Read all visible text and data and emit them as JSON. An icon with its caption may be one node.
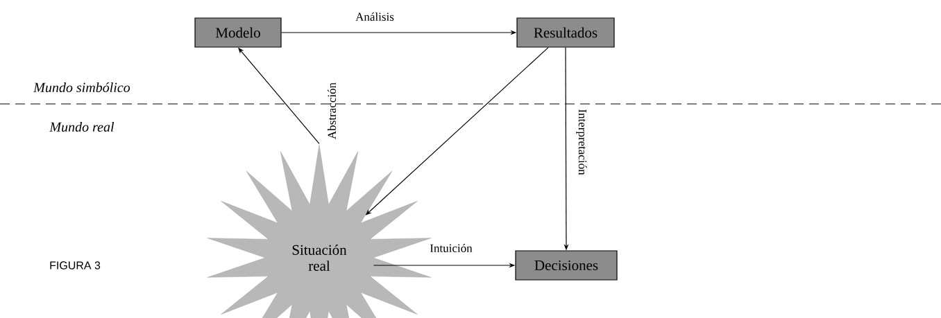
{
  "diagram": {
    "nodes": [
      {
        "text": [
          "Modelo"
        ]
      },
      {
        "text": [
          "Resultados"
        ]
      },
      {
        "text": [
          "Situación real"
        ]
      },
      {
        "text": [
          "Decisiones"
        ]
      }
    ],
    "edges": [
      {
        "from": 0,
        "to": 1,
        "arrow": "to",
        "label": "Análisis"
      },
      {
        "from": 2,
        "to": 0,
        "arrow": "to",
        "label": "Abstracción"
      },
      {
        "from": 1,
        "to": 3,
        "arrow": "to",
        "label": "Interpretación"
      },
      {
        "from": 1,
        "to": 2,
        "arrow": "to"
      },
      {
        "from": 2,
        "to": 3,
        "arrow": "to",
        "label": "Intuición"
      }
    ],
    "labels": [
      "Mundo simbólico",
      "Mundo real",
      "FIGURA 3"
    ]
  }
}
